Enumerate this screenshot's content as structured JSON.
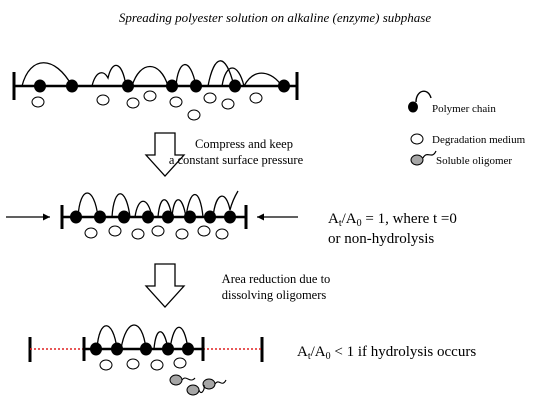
{
  "title": "Spreading polyester solution on alkaline (enzyme) subphase",
  "legend": {
    "polymer_chain": "Polymer chain",
    "degradation_medium": "Degradation medium",
    "soluble_oligomer": "Soluble oligomer"
  },
  "step1": {
    "line1": "Compress and keep",
    "line2": "a constant surface pressure"
  },
  "step2": {
    "line1": "Area reduction due to",
    "line2": "dissolving oligomers"
  },
  "equation1": {
    "a": "A",
    "t_sub": "t",
    "slash": "/A",
    "zero_sub": "0",
    "rest": " = 1, where t =0",
    "line2": "or non-hydrolysis"
  },
  "equation2": {
    "a": "A",
    "t_sub": "t",
    "slash": "/A",
    "zero_sub": "0",
    "rest": " < 1 if hydrolysis occurs"
  },
  "colors": {
    "ink": "#000000",
    "oligomer_fill": "#a6a6a6",
    "trough_dotted": "#e02020"
  }
}
